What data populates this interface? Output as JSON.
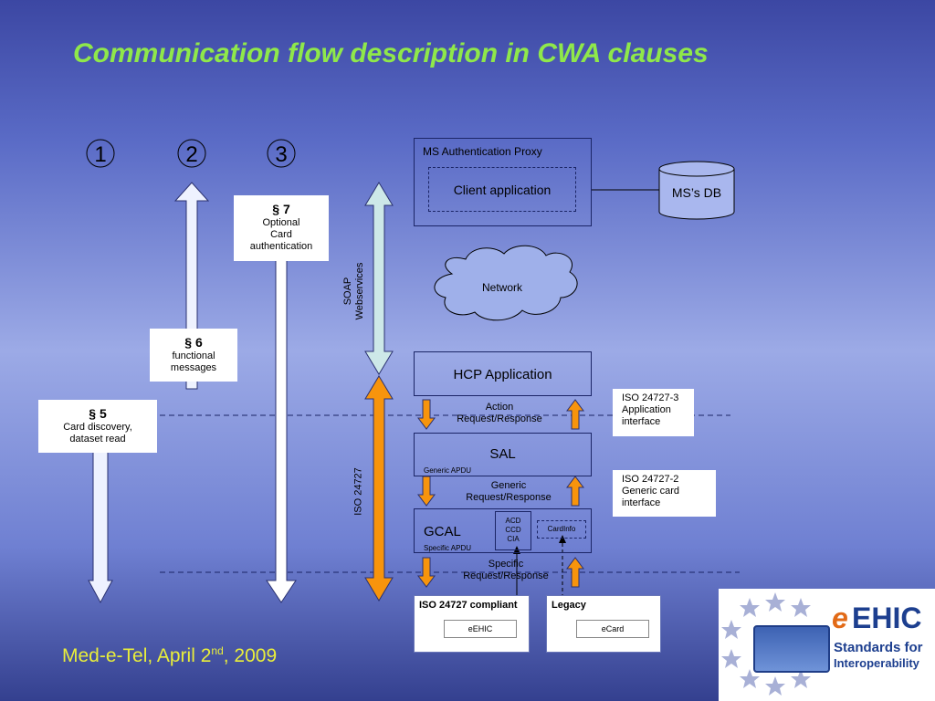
{
  "title": "Communication flow description in CWA clauses",
  "footer": {
    "prefix": "Med-e-Tel, April 2",
    "sup": "nd",
    "suffix": ", 2009"
  },
  "columns": [
    "①",
    "②",
    "③"
  ],
  "clauses": {
    "s5": {
      "num": "§ 5",
      "l1": "Card discovery,",
      "l2": "dataset read"
    },
    "s6": {
      "num": "§ 6",
      "l1": "functional",
      "l2": "messages"
    },
    "s7": {
      "num": "§ 7",
      "l1": "Optional",
      "l2": "Card",
      "l3": "authentication"
    }
  },
  "ms_proxy": {
    "title": "MS Authentication Proxy",
    "client": "Client application",
    "db": "MS’s DB"
  },
  "network": "Network",
  "soap": {
    "l1": "SOAP",
    "l2": "Webservices"
  },
  "iso_vertical": "ISO 24727",
  "hcp": "HCP Application",
  "action": {
    "l1": "Action",
    "l2": "Request/Response"
  },
  "sal": {
    "label": "SAL",
    "apdu": "Generic APDU"
  },
  "generic": {
    "l1": "Generic",
    "l2": "Request/Response"
  },
  "gcal": {
    "label": "GCAL",
    "apdu": "Specific APDU",
    "acd": "ACD",
    "ccd": "CCD",
    "cia": "CIA",
    "cardinfo": "CardInfo"
  },
  "specific": {
    "l1": "Specific",
    "l2": "Request/Response"
  },
  "iso3": {
    "l1": "ISO 24727-3",
    "l2": "Application",
    "l3": "interface"
  },
  "iso2": {
    "l1": "ISO 24727-2",
    "l2": "Generic card",
    "l3": "interface"
  },
  "compliant": {
    "title": "ISO 24727 compliant",
    "card": "eEHIC"
  },
  "legacy": {
    "title": "Legacy",
    "card": "eCard"
  },
  "logo": {
    "e": "e",
    "ehic": "EHIC",
    "t1": "Standards for",
    "t2": "Interoperability"
  },
  "colors": {
    "title": "#8fe84a",
    "footer": "#e9ee3a",
    "orange": "#f7940c",
    "soap_arrow": "#cde8e8"
  }
}
